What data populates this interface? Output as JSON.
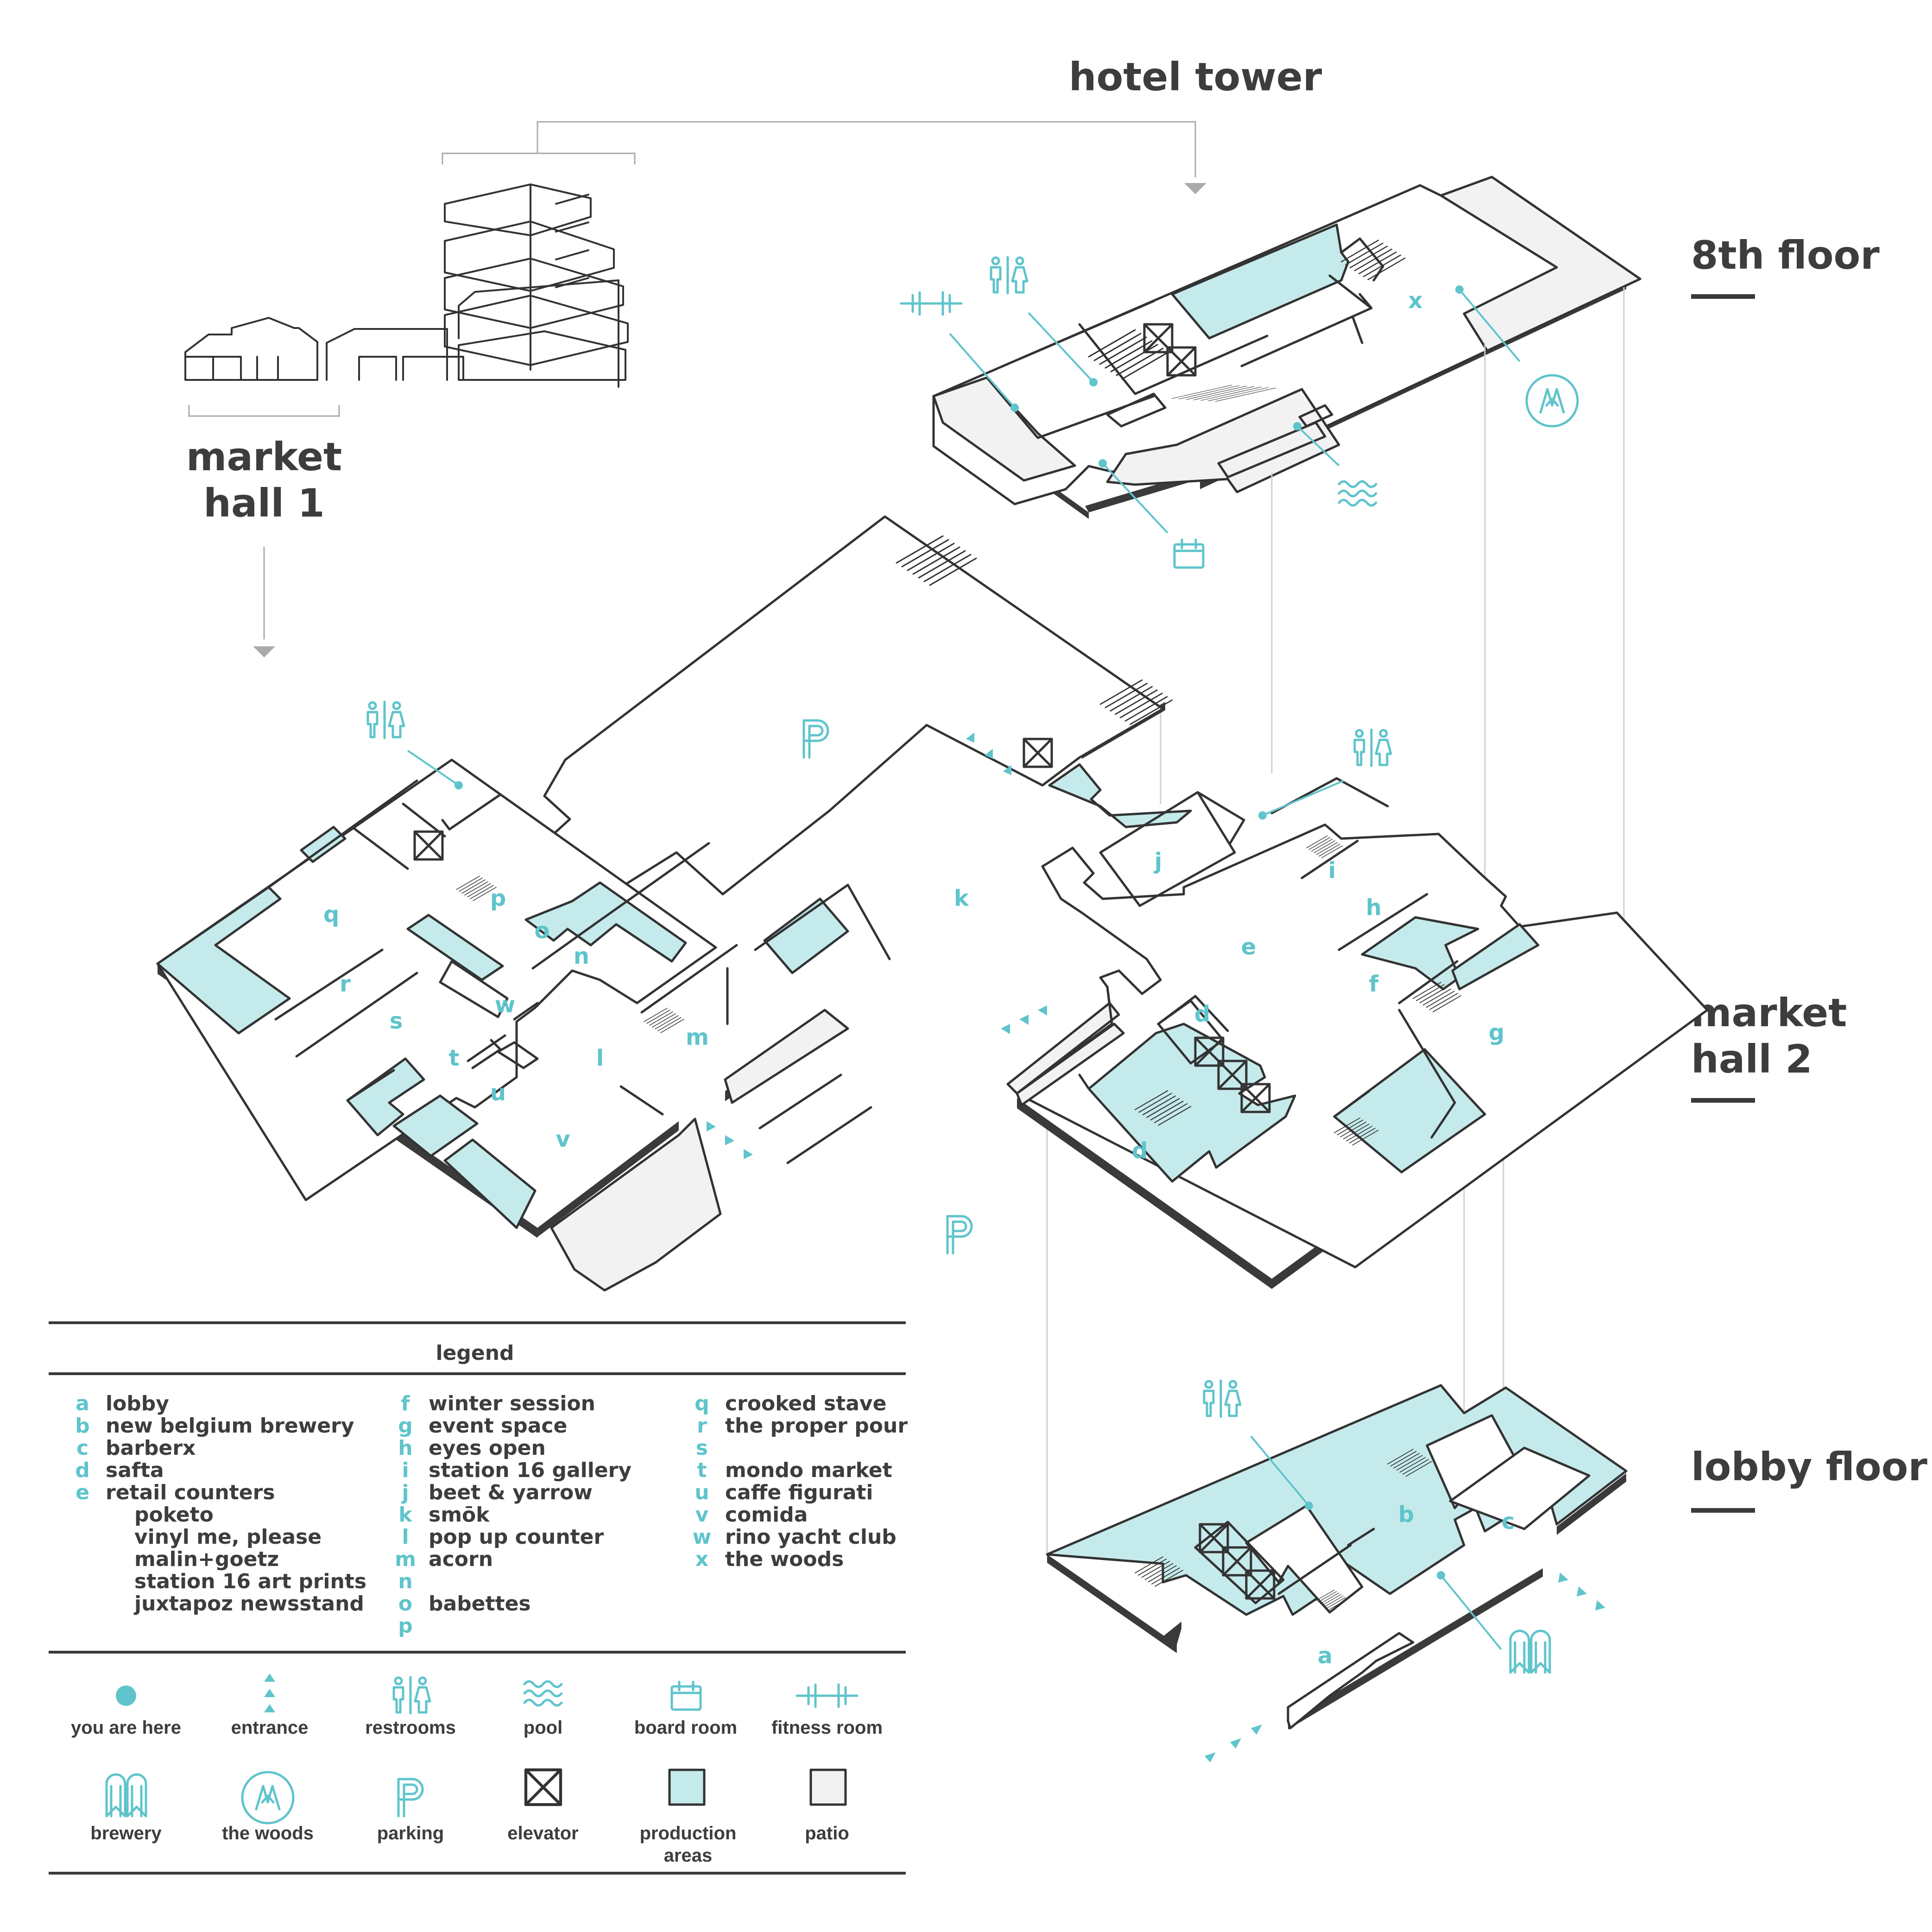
{
  "titles": {
    "hotel_tower": "hotel tower",
    "market_hall_1_line1": "market",
    "market_hall_1_line2": "hall 1",
    "floor_8th": "8th floor",
    "market_hall_2_line1": "market",
    "market_hall_2_line2": "hall 2",
    "lobby_floor": "lobby floor"
  },
  "room_letters": {
    "x": "x",
    "j": "j",
    "i": "i",
    "h": "h",
    "e": "e",
    "f": "f",
    "g": "g",
    "d1": "d",
    "d2": "d",
    "k": "k",
    "q": "q",
    "p": "p",
    "o": "o",
    "n": "n",
    "r": "r",
    "w": "w",
    "s": "s",
    "t": "t",
    "u": "u",
    "l": "l",
    "m": "m",
    "v": "v",
    "b": "b",
    "c": "c",
    "a": "a"
  },
  "legend": {
    "title": "legend",
    "col1": [
      {
        "letter": "a",
        "name": "lobby"
      },
      {
        "letter": "b",
        "name": "new belgium brewery"
      },
      {
        "letter": "c",
        "name": "barberx"
      },
      {
        "letter": "d",
        "name": "safta"
      },
      {
        "letter": "e",
        "name": "retail counters"
      }
    ],
    "col1_sub": [
      "poketo",
      "vinyl me, please",
      "malin+goetz",
      "station 16 art prints",
      "juxtapoz newsstand"
    ],
    "col2": [
      {
        "letter": "f",
        "name": "winter session"
      },
      {
        "letter": "g",
        "name": "event space"
      },
      {
        "letter": "h",
        "name": "eyes open"
      },
      {
        "letter": "i",
        "name": "station 16 gallery"
      },
      {
        "letter": "j",
        "name": "beet & yarrow"
      },
      {
        "letter": "k",
        "name": "smōk"
      },
      {
        "letter": "l",
        "name": "pop up counter"
      },
      {
        "letter": "m",
        "name": "acorn"
      },
      {
        "letter": "n",
        "name": ""
      },
      {
        "letter": "o",
        "name": "babettes"
      },
      {
        "letter": "p",
        "name": ""
      }
    ],
    "col3": [
      {
        "letter": "q",
        "name": "crooked stave"
      },
      {
        "letter": "r",
        "name": "the proper pour"
      },
      {
        "letter": "s",
        "name": ""
      },
      {
        "letter": "t",
        "name": "mondo market"
      },
      {
        "letter": "u",
        "name": "caffe figurati"
      },
      {
        "letter": "v",
        "name": "comida"
      },
      {
        "letter": "w",
        "name": "rino yacht club"
      },
      {
        "letter": "x",
        "name": "the woods"
      }
    ],
    "symbols": [
      {
        "icon": "you-are-here-icon",
        "label": "you are here"
      },
      {
        "icon": "entrance-icon",
        "label": "entrance"
      },
      {
        "icon": "restrooms-icon",
        "label": "restrooms"
      },
      {
        "icon": "pool-icon",
        "label": "pool"
      },
      {
        "icon": "board-room-icon",
        "label": "board room"
      },
      {
        "icon": "fitness-room-icon",
        "label": "fitness room"
      },
      {
        "icon": "brewery-icon",
        "label": "brewery"
      },
      {
        "icon": "the-woods-icon",
        "label": "the woods"
      },
      {
        "icon": "parking-icon",
        "label": "parking"
      },
      {
        "icon": "elevator-icon",
        "label": "elevator"
      },
      {
        "icon": "production-areas-icon",
        "label": "production areas"
      },
      {
        "icon": "patio-icon",
        "label": "patio"
      }
    ]
  },
  "colors": {
    "accent": "#5fc4cc",
    "production": "#c5eaeb",
    "patio": "#f2f2f2",
    "ink": "#333333"
  }
}
